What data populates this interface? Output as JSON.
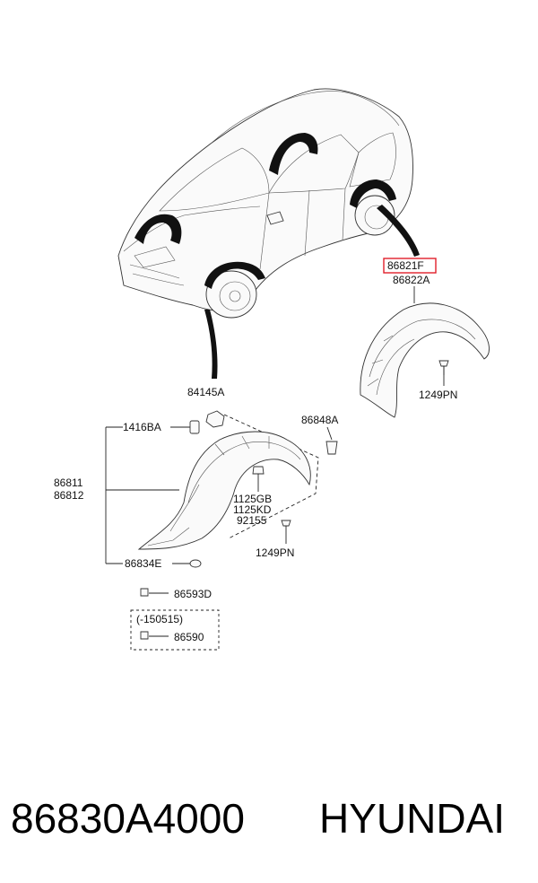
{
  "labels": {
    "part_86821F": "86821F",
    "part_86822A": "86822A",
    "screw_rear": "1249PN",
    "bolt_84145A": "84145A",
    "nut_1416BA": "1416BA",
    "clip_86848A": "86848A",
    "liner_86811": "86811",
    "liner_86812": "86812",
    "bolt_1125GB": "1125GB",
    "bolt_1125KD": "1125KD",
    "clip_92155": "92155",
    "screw_front": "1249PN",
    "bolt_86834E": "86834E",
    "clip_86593D": "86593D",
    "date_range": "(-150515)",
    "clip_86590": "86590"
  },
  "footer": {
    "part_number": "86830A4000",
    "brand": "HYUNDAI"
  },
  "colors": {
    "highlight_box": "#e0202a",
    "line": "#222222",
    "background": "#ffffff"
  }
}
